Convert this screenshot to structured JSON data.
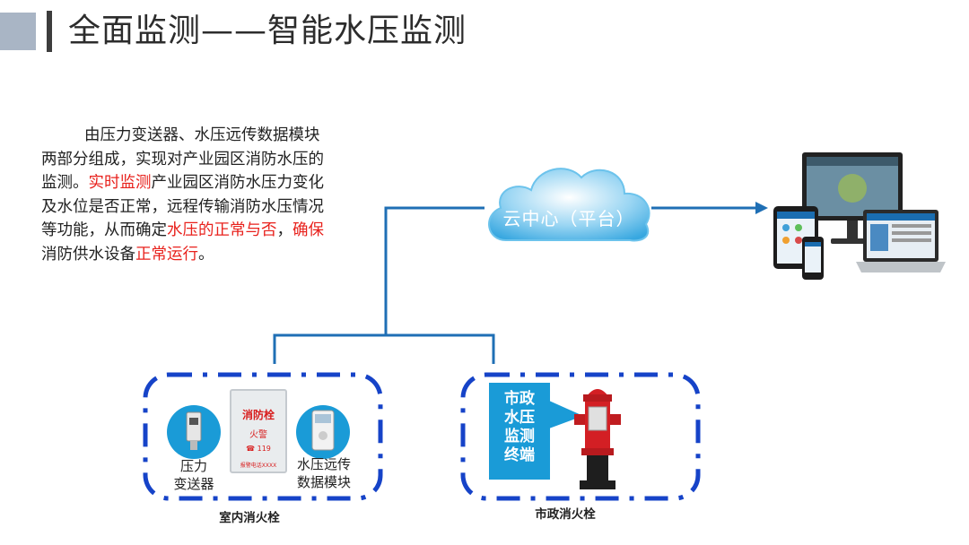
{
  "header": {
    "title": "全面监测——智能水压监测"
  },
  "description": {
    "segments": [
      {
        "text": "由压力变送器、水压远传数据模块两部分组成，实现对产业园区消防水压的监测。",
        "color": "#222222"
      },
      {
        "text": "实时监测",
        "color": "#e8211c"
      },
      {
        "text": "产业园区消防水压力变化及水位是否正常，远程传输消防水压情况等功能，从而确定",
        "color": "#222222"
      },
      {
        "text": "水压的正常与否",
        "color": "#e8211c"
      },
      {
        "text": "，",
        "color": "#222222"
      },
      {
        "text": "确保",
        "color": "#e8211c"
      },
      {
        "text": "消防供水设备",
        "color": "#222222"
      },
      {
        "text": "正常运行",
        "color": "#e8211c"
      },
      {
        "text": "。",
        "color": "#222222"
      }
    ]
  },
  "cloud": {
    "label": "云中心（平台）",
    "color": "#37a7e0"
  },
  "indoor": {
    "group_label": "室内消火栓",
    "sensor_label_line1": "压力",
    "sensor_label_line2": "变送器",
    "module_label_line1": "水压远传",
    "module_label_line2": "数据模块",
    "cabinet": {
      "line1": "消防栓",
      "line2": "火警",
      "line3": "☎ 119",
      "line4": "报警电话XXXX"
    }
  },
  "municipal": {
    "group_label": "市政消火栓",
    "terminal_lines": [
      "市政",
      "水压",
      "监测",
      "终端"
    ]
  },
  "colors": {
    "line": "#1f6fb5",
    "dash": "#1643c8",
    "accent": "#1a9bd7",
    "red": "#e8211c"
  }
}
